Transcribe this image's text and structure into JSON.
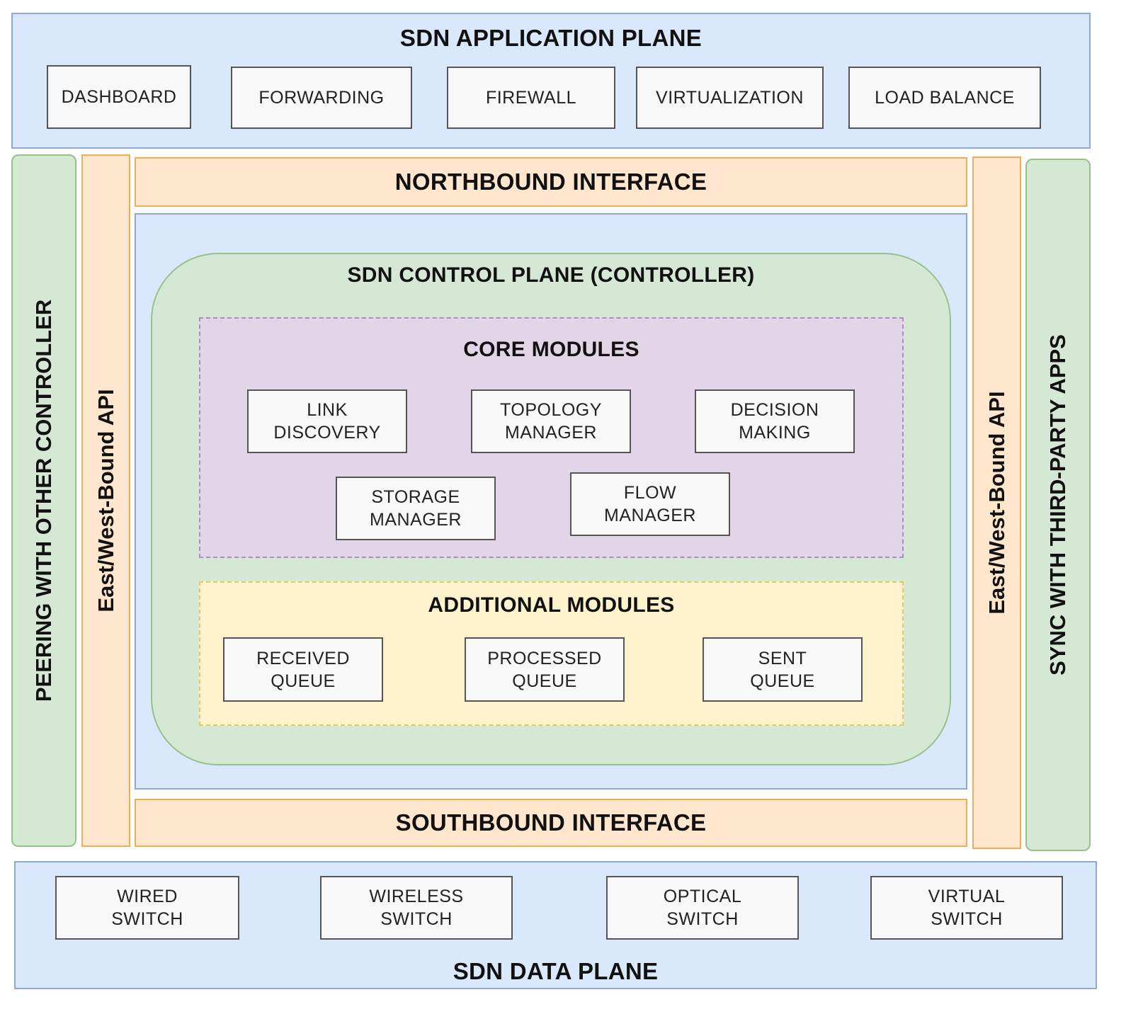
{
  "application_plane": {
    "title": "SDN APPLICATION PLANE",
    "apps": [
      "DASHBOARD",
      "FORWARDING",
      "FIREWALL",
      "VIRTUALIZATION",
      "LOAD BALANCE"
    ]
  },
  "northbound": {
    "label": "NORTHBOUND INTERFACE"
  },
  "southbound": {
    "label": "SOUTHBOUND INTERFACE"
  },
  "left": {
    "peering_label": "PEERING WITH OTHER CONTROLLER",
    "api_label": "East/West-Bound API"
  },
  "right": {
    "api_label": "East/West-Bound API",
    "sync_label": "SYNC WITH THIRD-PARTY APPS"
  },
  "control_plane": {
    "title": "SDN CONTROL PLANE (CONTROLLER)",
    "core": {
      "title": "CORE MODULES",
      "modules": [
        "LINK\nDISCOVERY",
        "TOPOLOGY\nMANAGER",
        "DECISION\nMAKING",
        "STORAGE\nMANAGER",
        "FLOW\nMANAGER"
      ]
    },
    "additional": {
      "title": "ADDITIONAL MODULES",
      "modules": [
        "RECEIVED\nQUEUE",
        "PROCESSED\nQUEUE",
        "SENT\nQUEUE"
      ]
    }
  },
  "data_plane": {
    "title": "SDN DATA PLANE",
    "switches": [
      "WIRED\nSWITCH",
      "WIRELESS\nSWITCH",
      "OPTICAL\nSWITCH",
      "VIRTUAL\nSWITCH"
    ]
  },
  "colors": {
    "plane_blue": "#dae8fc",
    "interface_orange": "#ffe6cc",
    "controller_green": "#d5e8d4",
    "core_purple": "#e1d5e7",
    "additional_yellow": "#fff2cc"
  }
}
